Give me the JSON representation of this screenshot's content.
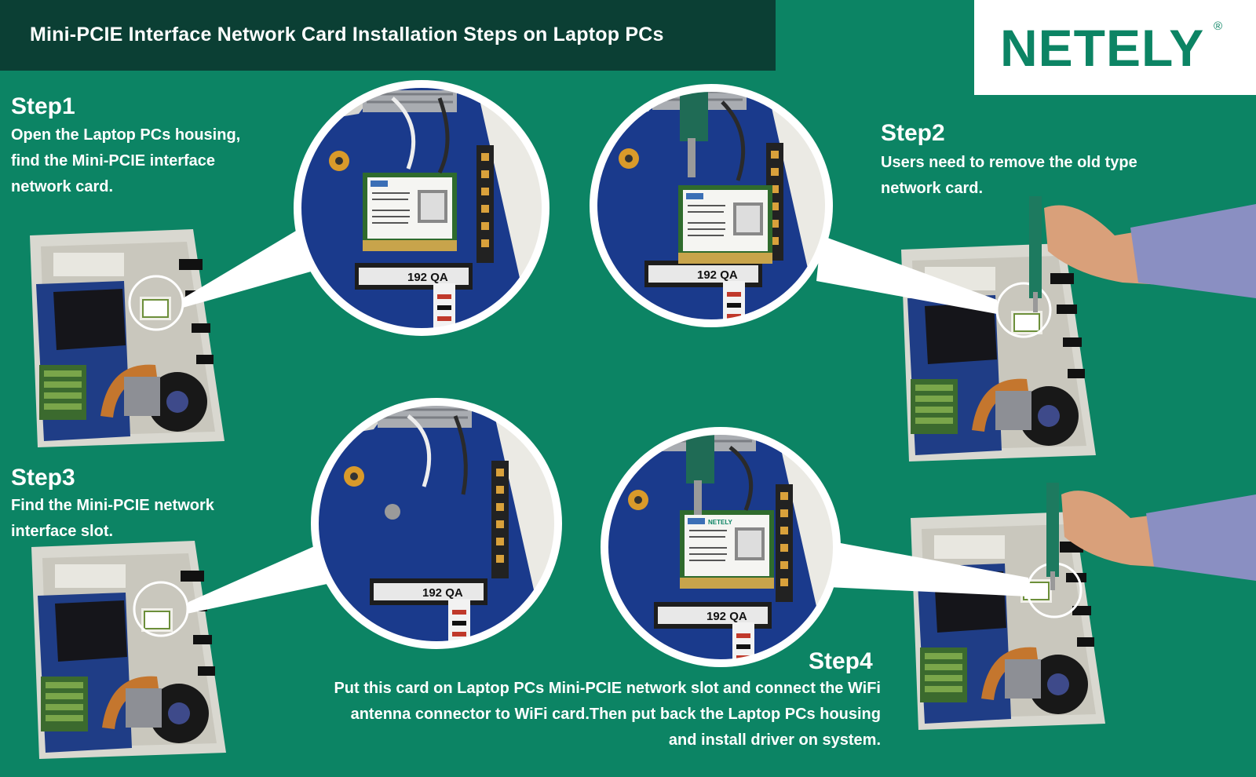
{
  "header": {
    "title": "Mini-PCIE Interface Network Card Installation Steps on Laptop PCs"
  },
  "brand": {
    "logo_text": "NETELY",
    "registered_mark": "®",
    "color": "#0c8464"
  },
  "steps": [
    {
      "title": "Step1",
      "lines": [
        "Open the Laptop PCs housing,",
        "find the Mini-PCIE interface",
        "network card."
      ]
    },
    {
      "title": "Step2",
      "lines": [
        "Users need to remove the old type",
        "network card."
      ]
    },
    {
      "title": "Step3",
      "lines": [
        "Find the Mini-PCIE network",
        "interface slot."
      ]
    },
    {
      "title": "Step4",
      "lines": [
        "Put this card on Laptop PCs Mini-PCIE network slot and connect the WiFi",
        "antenna connector to WiFi card.Then put back the Laptop PCs housing",
        "and install driver on system."
      ]
    }
  ],
  "photos": {
    "card_label": "192 QA",
    "replacement_card_brand": "NETELY"
  },
  "colors": {
    "background": "#0c8464",
    "title_bar": "#0b3f34",
    "text": "#ffffff"
  }
}
